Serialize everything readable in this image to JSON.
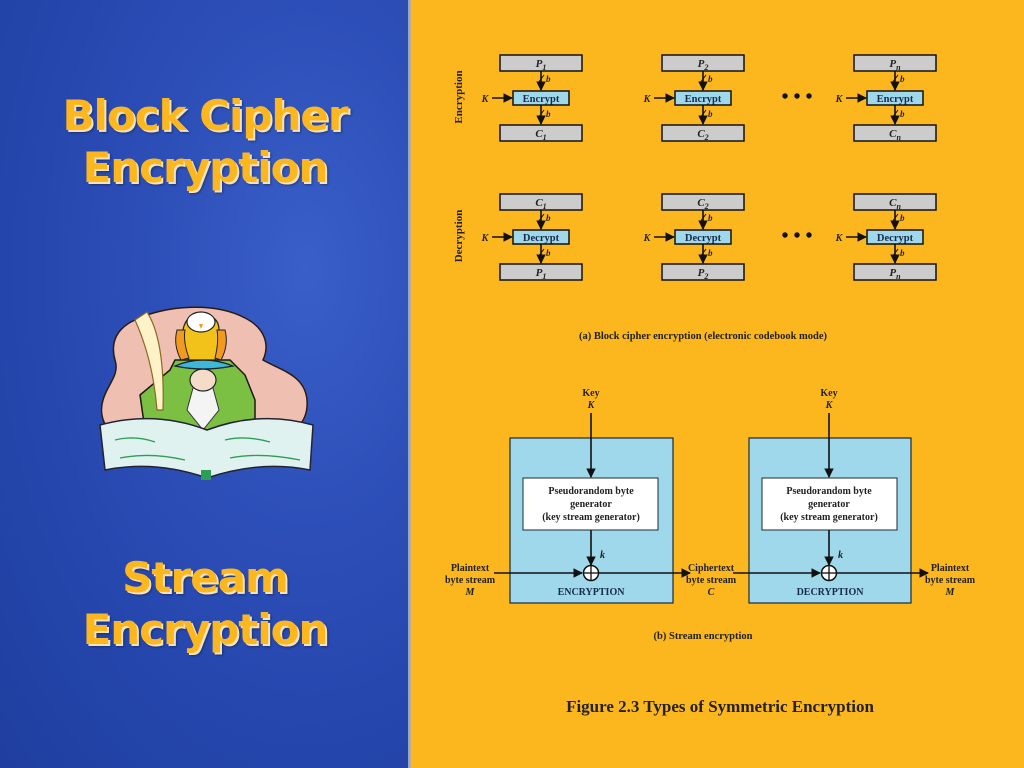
{
  "slide": {
    "title_block": [
      "Block Cipher",
      "Encryption"
    ],
    "title_stream": [
      "Stream",
      "Encryption"
    ],
    "clipart": "wizard-with-owl-writing-book",
    "colors": {
      "left_bg": "#2445ab",
      "right_bg": "#FDB71E",
      "title_text": "#FDB71E",
      "cipher_box": "#9ED8EA",
      "data_box": "#CCCCCC"
    }
  },
  "block_cipher": {
    "row_labels": {
      "encryption": "Encryption",
      "decryption": "Decryption"
    },
    "key_label": "K",
    "bit_label": "b",
    "ellipsis": "• • •",
    "encryption_units": [
      {
        "input": "P",
        "input_sub": "1",
        "op": "Encrypt",
        "output": "C",
        "output_sub": "1"
      },
      {
        "input": "P",
        "input_sub": "2",
        "op": "Encrypt",
        "output": "C",
        "output_sub": "2"
      },
      {
        "input": "P",
        "input_sub": "n",
        "op": "Encrypt",
        "output": "C",
        "output_sub": "n"
      }
    ],
    "decryption_units": [
      {
        "input": "C",
        "input_sub": "1",
        "op": "Decrypt",
        "output": "P",
        "output_sub": "1"
      },
      {
        "input": "C",
        "input_sub": "2",
        "op": "Decrypt",
        "output": "P",
        "output_sub": "2"
      },
      {
        "input": "C",
        "input_sub": "n",
        "op": "Decrypt",
        "output": "P",
        "output_sub": "n"
      }
    ],
    "caption": "(a) Block cipher encryption (electronic codebook mode)"
  },
  "stream_cipher": {
    "key_label": "Key",
    "key_symbol": "K",
    "generator_lines": [
      "Pseudorandom byte",
      "generator",
      "(key stream generator)"
    ],
    "keystream_symbol": "k",
    "encryption_label": "ENCRYPTION",
    "decryption_label": "DECRYPTION",
    "plaintext_in": [
      "Plaintext",
      "byte stream",
      "M"
    ],
    "ciphertext": [
      "Ciphertext",
      "byte stream",
      "C"
    ],
    "plaintext_out": [
      "Plaintext",
      "byte stream",
      "M"
    ],
    "caption": "(b) Stream encryption"
  },
  "figure_caption": "Figure 2.3  Types of Symmetric Encryption"
}
